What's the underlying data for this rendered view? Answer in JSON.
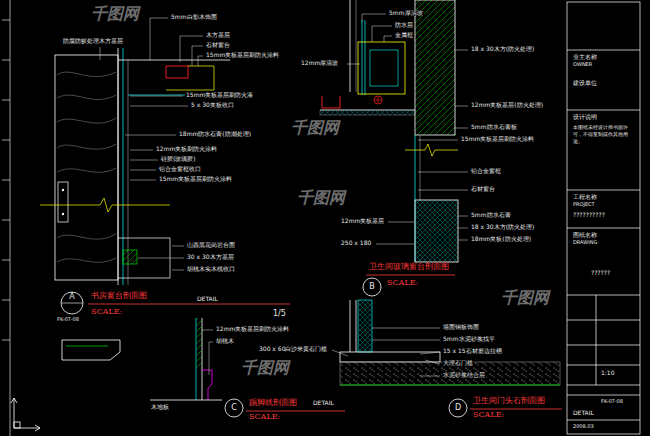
{
  "diagram": {
    "labels": [
      "防腐防蚁处理木方基层",
      "5mm白影木饰面",
      "木方基层",
      "石材窗台",
      "15mm夹板基层刷防火涂料",
      "15mm夹板基层刷防火漆",
      "5 x 30夹板收口",
      "18mm防水石膏(防潮处理)",
      "12mm夹板刷防火涂料",
      "硅胶(玻璃胶)",
      "铝合金窗框收口",
      "15mm夹板基层刷防火涂料",
      "山西黑花岗岩台面",
      "30 x 30木方基层",
      "胡桃木实木线收口",
      "5mm厚清玻",
      "防水层",
      "金属框",
      "12mm厚清玻",
      "18 x 30木方(防火处理)",
      "12mm夹板基层(防火处理)",
      "5mm防水石膏板",
      "15mm夹板基层刷防火涂料",
      "铝合金窗框",
      "石材窗台",
      "12mm夹板基层",
      "5mm防水石膏",
      "18 x 30木方(防火处理)",
      "18mm夹板(防火处理)",
      "250 x 180",
      "卫生间玻璃窗台剖面图",
      "SCALE:",
      "B",
      "A",
      "FK-07-08",
      "书房窗台剖面图",
      "DETAIL",
      "SCALE:",
      "1/5",
      "12mm夹板基层刷防火涂料",
      "胡桃木",
      "木地板",
      "C",
      "踢脚线剖面图",
      "SCALE:",
      "DETAIL",
      "墙面钢板饰面",
      "5mm水泥砂浆找平",
      "15 x 15石材磨边拉槽",
      "大理石门槛",
      "300 x 60白沙米黄石门槛",
      "水泥砂浆结合层",
      "D",
      "卫生间门头石剖面图",
      "SCALE:",
      "DETAIL",
      "业主名称",
      "OWNER",
      "建设单位",
      "设计说明",
      "本图纸未经设计师书面许可，不得复制或作其他用途。",
      "工程名称",
      "PROJECT",
      "??????????",
      "图纸名称",
      "DRAWING",
      "??????",
      "1:10",
      "FK-07-08",
      "2008.03",
      "千图网",
      "千图网",
      "千图网",
      "千图网",
      "千图网"
    ]
  }
}
